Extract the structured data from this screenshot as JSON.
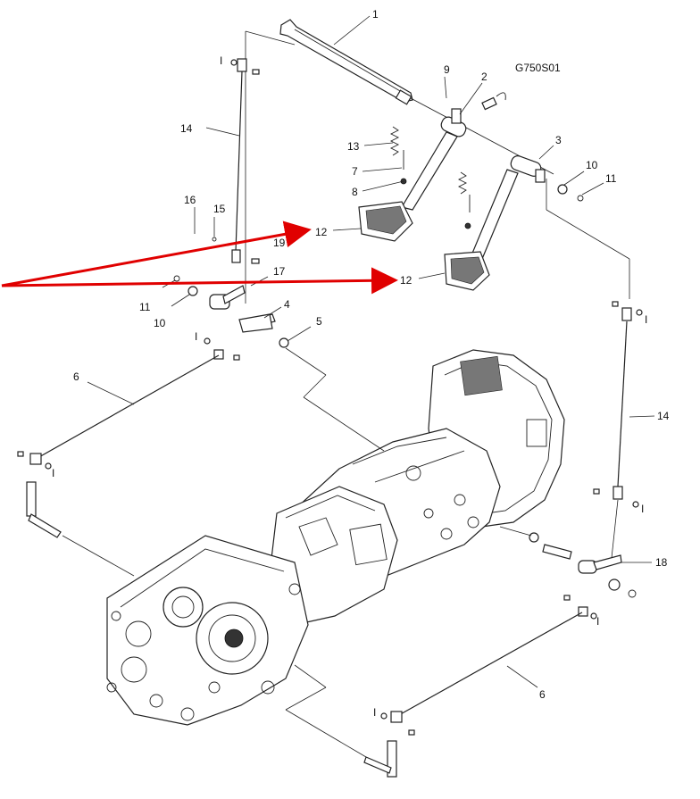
{
  "diagram_code": "G750S01",
  "labels": {
    "p1": "1",
    "p2": "2",
    "p3": "3",
    "p4": "4",
    "p5": "5",
    "p6a": "6",
    "p6b": "6",
    "p7": "7",
    "p8": "8",
    "p9": "9",
    "p10a": "10",
    "p10b": "10",
    "p11a": "11",
    "p11b": "11",
    "p12a": "12",
    "p12b": "12",
    "p13": "13",
    "p14a": "14",
    "p14b": "14",
    "p15": "15",
    "p16": "16",
    "p17": "17",
    "p18": "18",
    "p19": "19"
  },
  "highlight_color": "#e00000"
}
